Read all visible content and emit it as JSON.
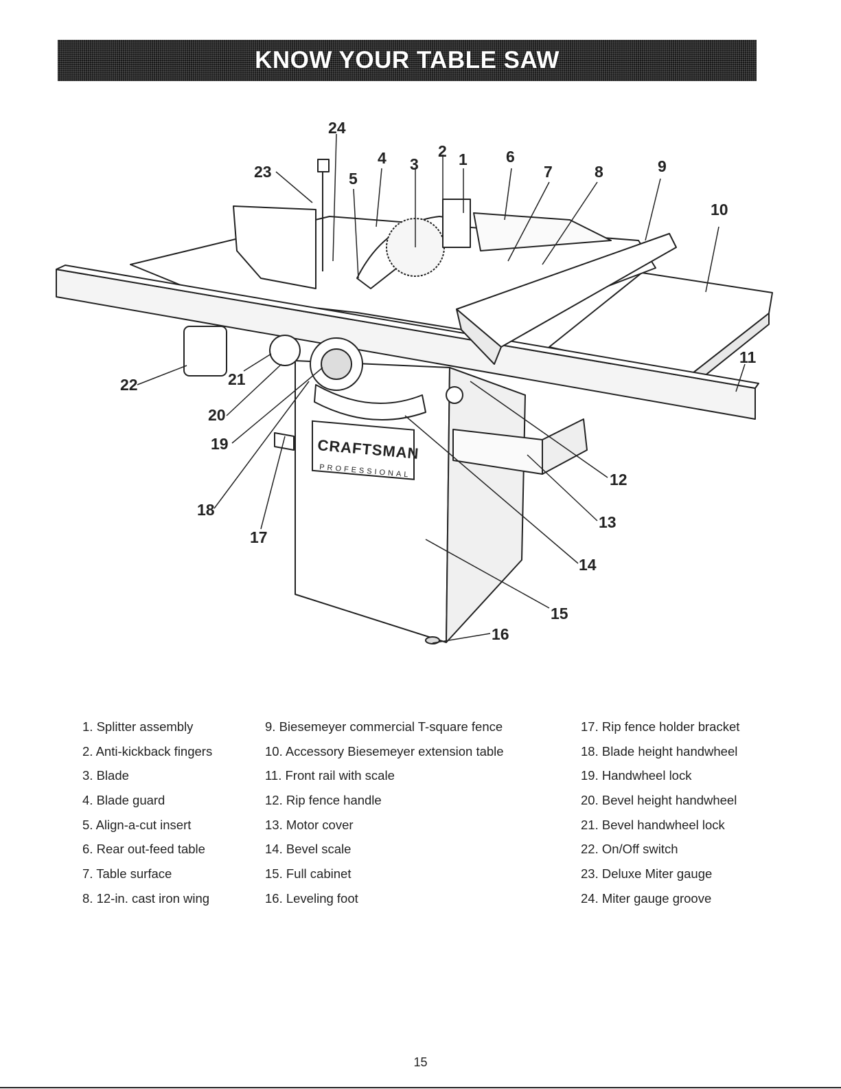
{
  "header": {
    "title": "KNOW YOUR TABLE SAW"
  },
  "diagram": {
    "brand_logo": "CRAFTSMAN",
    "brand_sub": "PROFESSIONAL",
    "callouts": [
      "1",
      "2",
      "3",
      "4",
      "5",
      "6",
      "7",
      "8",
      "9",
      "10",
      "11",
      "12",
      "13",
      "14",
      "15",
      "16",
      "17",
      "18",
      "19",
      "20",
      "21",
      "22",
      "23",
      "24"
    ]
  },
  "parts": [
    {
      "num": "1.",
      "label": "Splitter assembly"
    },
    {
      "num": "2.",
      "label": "Anti-kickback fingers"
    },
    {
      "num": "3.",
      "label": "Blade"
    },
    {
      "num": "4.",
      "label": "Blade guard"
    },
    {
      "num": "5.",
      "label": "Align-a-cut insert"
    },
    {
      "num": "6.",
      "label": "Rear out-feed table"
    },
    {
      "num": "7.",
      "label": "Table surface"
    },
    {
      "num": "8.",
      "label": "12-in. cast iron wing"
    },
    {
      "num": "9.",
      "label": "Biesemeyer commercial T-square fence"
    },
    {
      "num": "10.",
      "label": "Accessory Biesemeyer extension table"
    },
    {
      "num": "11.",
      "label": "Front rail with scale"
    },
    {
      "num": "12.",
      "label": "Rip fence handle"
    },
    {
      "num": "13.",
      "label": "Motor cover"
    },
    {
      "num": "14.",
      "label": "Bevel scale"
    },
    {
      "num": "15.",
      "label": "Full cabinet"
    },
    {
      "num": "16.",
      "label": "Leveling foot"
    },
    {
      "num": "17.",
      "label": "Rip fence holder bracket"
    },
    {
      "num": "18.",
      "label": "Blade height handwheel"
    },
    {
      "num": "19.",
      "label": "Handwheel lock"
    },
    {
      "num": "20.",
      "label": "Bevel height handwheel"
    },
    {
      "num": "21.",
      "label": "Bevel handwheel lock"
    },
    {
      "num": "22.",
      "label": "On/Off switch"
    },
    {
      "num": "23.",
      "label": "Deluxe Miter gauge"
    },
    {
      "num": "24.",
      "label": "Miter gauge groove"
    }
  ],
  "footer": {
    "page_number": "15"
  }
}
